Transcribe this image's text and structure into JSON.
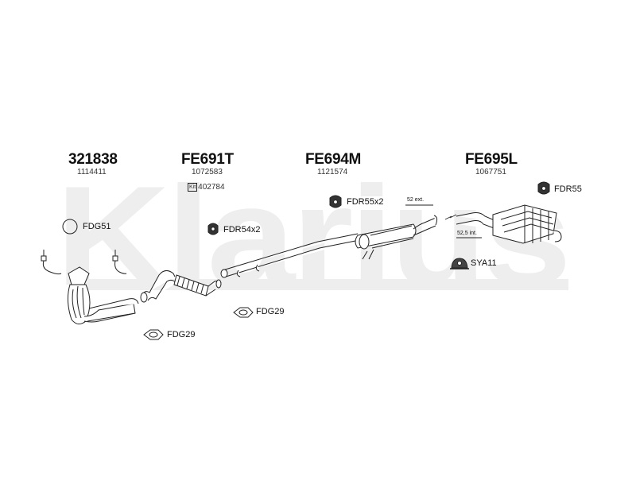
{
  "watermark": "Klarius",
  "parts": {
    "cat": {
      "code": "321838",
      "oem": "1114411"
    },
    "front": {
      "code": "FE691T",
      "oem": "1072583",
      "kit_badge": "Kit",
      "kit_number": "402784"
    },
    "middle": {
      "code": "FE694M",
      "oem": "1121574"
    },
    "rear": {
      "code": "FE695L",
      "oem": "1067751"
    }
  },
  "fittings": {
    "fdg51": "FDG51",
    "fdr54x2": "FDR54x2",
    "fdg29_a": "FDG29",
    "fdg29_b": "FDG29",
    "fdr55x2": "FDR55x2",
    "fdr55": "FDR55",
    "sya11": "SYA11"
  },
  "annotations": {
    "ext_fit": "52 ext.",
    "int_fit": "52,5 int."
  },
  "colors": {
    "line": "#222222",
    "pipe_fill": "#ffffff",
    "watermark": "#eeeeee"
  }
}
